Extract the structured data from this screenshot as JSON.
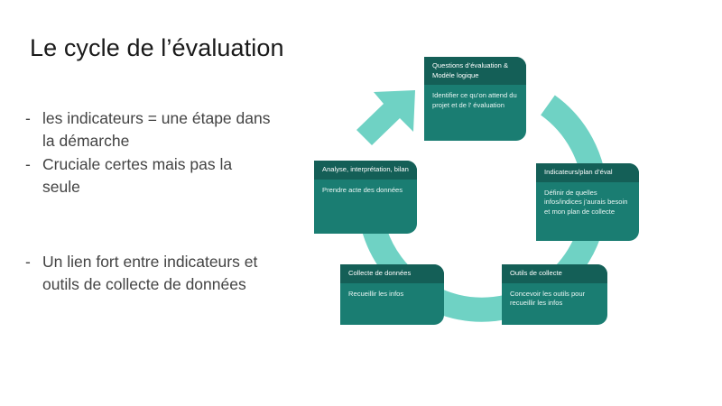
{
  "slide": {
    "title": "Le cycle de l’évaluation",
    "background_color": "#ffffff",
    "title_color": "#1a1a1a",
    "body_text_color": "#434343"
  },
  "bullets": {
    "dash": "-",
    "groups": [
      {
        "items": [
          "les indicateurs = une étape dans la démarche",
          "Cruciale certes mais pas la seule"
        ]
      },
      {
        "items": [
          "Un lien fort entre indicateurs et outils de collecte de données"
        ]
      }
    ]
  },
  "diagram": {
    "name": "evaluation-cycle",
    "direction": "counter-clockwise",
    "ring_color": "#6fd2c4",
    "box_body_color": "#1a7d72",
    "box_header_color": "#145f57",
    "box_text_color": "#ffffff",
    "arrow_head": "triangle-up-right",
    "steps": [
      {
        "id": "questions",
        "header": "Questions d’évaluation & Modèle logique",
        "body": "Identifier ce qu’on attend du projet et de l’ évaluation"
      },
      {
        "id": "indicateurs",
        "header": "Indicateurs/plan d’éval",
        "body": "Définir de quelles infos/indices j’aurais besoin et mon plan de collecte"
      },
      {
        "id": "outils",
        "header": "Outils de collecte",
        "body": "Concevoir les outils pour recueillir les infos"
      },
      {
        "id": "collecte",
        "header": "Collecte de données",
        "body": "Recueillir les infos"
      },
      {
        "id": "analyse",
        "header": "Analyse, interprétation, bilan",
        "body": "Prendre acte des données"
      }
    ]
  }
}
